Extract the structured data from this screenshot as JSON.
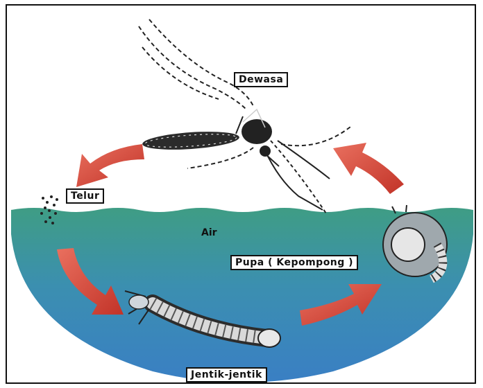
{
  "labels": {
    "adult": "Dewasa",
    "egg": "Telur",
    "water": "Air",
    "pupa": "Pupa ( Kepompong )",
    "larva": "Jentik-jentik"
  },
  "colors": {
    "water_top": "#3f9d84",
    "water_bottom": "#3a7fc4",
    "arrow": "#d9463a",
    "border": "#111111"
  }
}
